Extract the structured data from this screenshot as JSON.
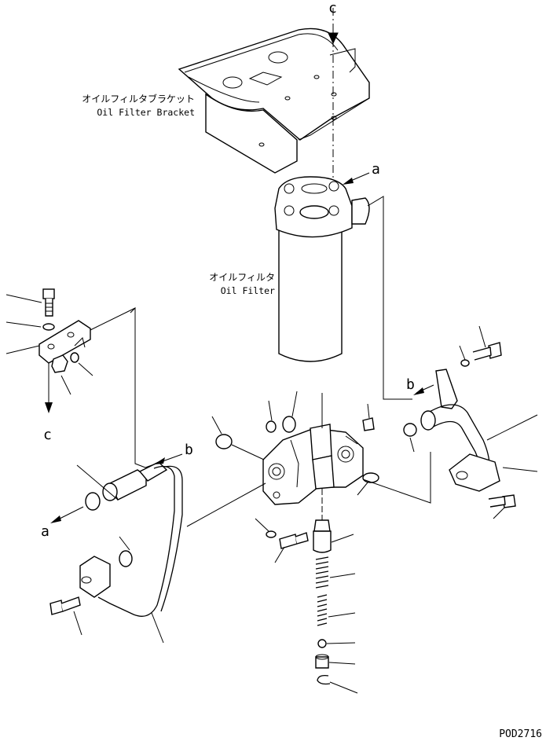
{
  "labels": {
    "bracket_jp": "オイルフィルタブラケット",
    "bracket_en": "Oil Filter Bracket",
    "filter_jp": "オイルフィルタ",
    "filter_en": "Oil Filter",
    "ref_c_top": "c",
    "ref_a_top": "a",
    "ref_b_right": "b",
    "ref_b_left": "b",
    "ref_c_left": "c",
    "ref_a_left": "a",
    "drawing_code": "POD2716"
  }
}
